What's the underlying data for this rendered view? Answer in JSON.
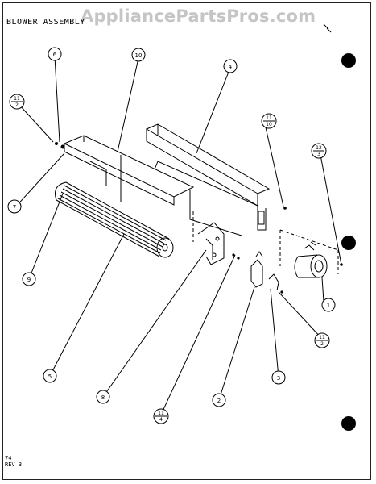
{
  "title": "BLOWER ASSEMBLY",
  "watermark": "AppliancePartsPros.com",
  "revision": [
    "74",
    "REV 3"
  ],
  "callouts": [
    {
      "id": "c6",
      "text": "6"
    },
    {
      "id": "c10",
      "text": "10"
    },
    {
      "id": "c4",
      "text": "4"
    },
    {
      "id": "c11-2-left-top",
      "top": "11",
      "bottom": "2"
    },
    {
      "id": "c11-10",
      "top": "11",
      "bottom": "10"
    },
    {
      "id": "c12-3",
      "top": "12",
      "bottom": "3"
    },
    {
      "id": "c7",
      "text": "7"
    },
    {
      "id": "c9",
      "text": "9"
    },
    {
      "id": "c1",
      "text": "1"
    },
    {
      "id": "c11-2-right",
      "top": "11",
      "bottom": "2"
    },
    {
      "id": "c5",
      "text": "5"
    },
    {
      "id": "c3",
      "text": "3"
    },
    {
      "id": "c8",
      "text": "8"
    },
    {
      "id": "c2",
      "text": "2"
    },
    {
      "id": "c11-4",
      "top": "11",
      "bottom": "4"
    }
  ]
}
